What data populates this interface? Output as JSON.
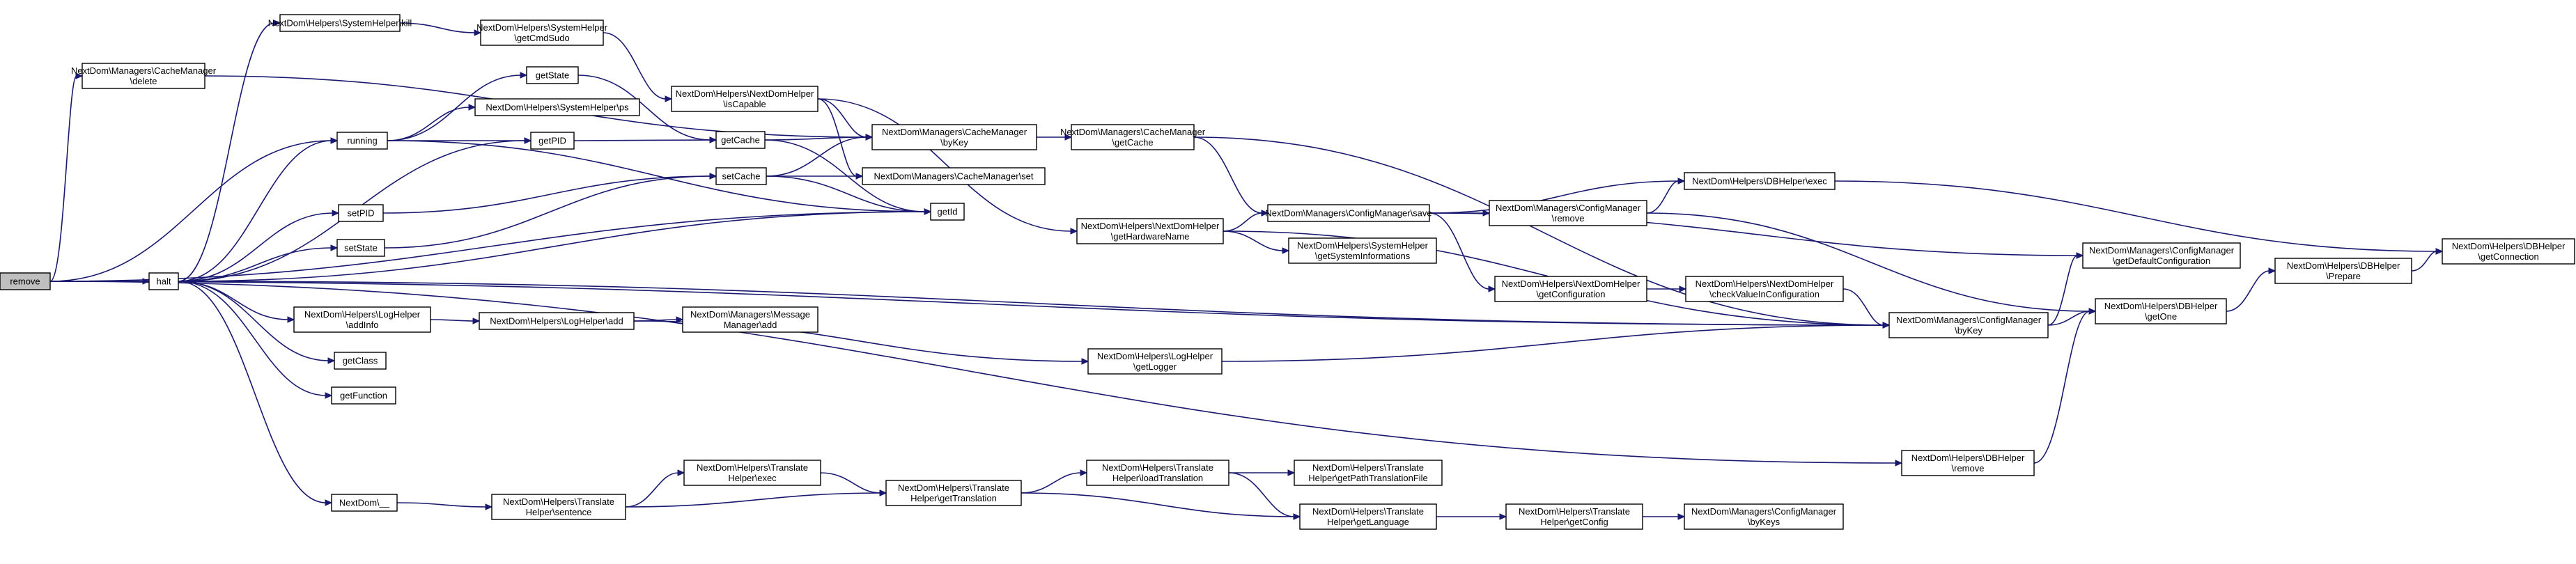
{
  "nodes": [
    {
      "id": "remove",
      "lines": [
        "remove"
      ],
      "root": true
    },
    {
      "id": "halt",
      "lines": [
        "halt"
      ]
    },
    {
      "id": "cmDelete",
      "lines": [
        "NextDom\\Managers\\CacheManager",
        "\\delete"
      ]
    },
    {
      "id": "shKill",
      "lines": [
        "NextDom\\Helpers\\SystemHelper\\kill"
      ]
    },
    {
      "id": "shGetCmdSudo",
      "lines": [
        "NextDom\\Helpers\\SystemHelper",
        "\\getCmdSudo"
      ]
    },
    {
      "id": "running",
      "lines": [
        "running"
      ]
    },
    {
      "id": "getState",
      "lines": [
        "getState"
      ]
    },
    {
      "id": "shPs",
      "lines": [
        "NextDom\\Helpers\\SystemHelper\\ps"
      ]
    },
    {
      "id": "getPID",
      "lines": [
        "getPID"
      ]
    },
    {
      "id": "setPID",
      "lines": [
        "setPID"
      ]
    },
    {
      "id": "setState",
      "lines": [
        "setState"
      ]
    },
    {
      "id": "ndIsCapable",
      "lines": [
        "NextDom\\Helpers\\NextDomHelper",
        "\\isCapable"
      ]
    },
    {
      "id": "getCache",
      "lines": [
        "getCache"
      ]
    },
    {
      "id": "setCache",
      "lines": [
        "setCache"
      ]
    },
    {
      "id": "getId",
      "lines": [
        "getId"
      ]
    },
    {
      "id": "cmByKey",
      "lines": [
        "NextDom\\Managers\\CacheManager",
        "\\byKey"
      ]
    },
    {
      "id": "cmSet",
      "lines": [
        "NextDom\\Managers\\CacheManager\\set"
      ]
    },
    {
      "id": "cmGetCache",
      "lines": [
        "NextDom\\Managers\\CacheManager",
        "\\getCache"
      ]
    },
    {
      "id": "ndGetHardwareName",
      "lines": [
        "NextDom\\Helpers\\NextDomHelper",
        "\\getHardwareName"
      ]
    },
    {
      "id": "cfgSave",
      "lines": [
        "NextDom\\Managers\\ConfigManager\\save"
      ]
    },
    {
      "id": "shGetSystemInformations",
      "lines": [
        "NextDom\\Helpers\\SystemHelper",
        "\\getSystemInformations"
      ]
    },
    {
      "id": "cfgRemove",
      "lines": [
        "NextDom\\Managers\\ConfigManager",
        "\\remove"
      ]
    },
    {
      "id": "dbExec",
      "lines": [
        "NextDom\\Helpers\\DBHelper\\exec"
      ]
    },
    {
      "id": "ndGetConfiguration",
      "lines": [
        "NextDom\\Helpers\\NextDomHelper",
        "\\getConfiguration"
      ]
    },
    {
      "id": "ndCheckValue",
      "lines": [
        "NextDom\\Helpers\\NextDomHelper",
        "\\checkValueInConfiguration"
      ]
    },
    {
      "id": "cfgGetDefault",
      "lines": [
        "NextDom\\Managers\\ConfigManager",
        "\\getDefaultConfiguration"
      ]
    },
    {
      "id": "cfgByKey",
      "lines": [
        "NextDom\\Managers\\ConfigManager",
        "\\byKey"
      ]
    },
    {
      "id": "dbGetOne",
      "lines": [
        "NextDom\\Helpers\\DBHelper",
        "\\getOne"
      ]
    },
    {
      "id": "dbPrepare",
      "lines": [
        "NextDom\\Helpers\\DBHelper",
        "\\Prepare"
      ]
    },
    {
      "id": "dbGetConnection",
      "lines": [
        "NextDom\\Helpers\\DBHelper",
        "\\getConnection"
      ]
    },
    {
      "id": "dbRemove",
      "lines": [
        "NextDom\\Helpers\\DBHelper",
        "\\remove"
      ]
    },
    {
      "id": "lhAddInfo",
      "lines": [
        "NextDom\\Helpers\\LogHelper",
        "\\addInfo"
      ]
    },
    {
      "id": "lhAdd",
      "lines": [
        "NextDom\\Helpers\\LogHelper\\add"
      ]
    },
    {
      "id": "msgAdd",
      "lines": [
        "NextDom\\Managers\\Message",
        "Manager\\add"
      ]
    },
    {
      "id": "lhGetLogger",
      "lines": [
        "NextDom\\Helpers\\LogHelper",
        "\\getLogger"
      ]
    },
    {
      "id": "getClass",
      "lines": [
        "getClass"
      ]
    },
    {
      "id": "getFunction",
      "lines": [
        "getFunction"
      ]
    },
    {
      "id": "ndUnderscore",
      "lines": [
        "NextDom\\__"
      ]
    },
    {
      "id": "thSentence",
      "lines": [
        "NextDom\\Helpers\\Translate",
        "Helper\\sentence"
      ]
    },
    {
      "id": "thExec",
      "lines": [
        "NextDom\\Helpers\\Translate",
        "Helper\\exec"
      ]
    },
    {
      "id": "thGetTranslation",
      "lines": [
        "NextDom\\Helpers\\Translate",
        "Helper\\getTranslation"
      ]
    },
    {
      "id": "thLoadTranslation",
      "lines": [
        "NextDom\\Helpers\\Translate",
        "Helper\\loadTranslation"
      ]
    },
    {
      "id": "thGetPathTranslationFile",
      "lines": [
        "NextDom\\Helpers\\Translate",
        "Helper\\getPathTranslationFile"
      ]
    },
    {
      "id": "thGetLanguage",
      "lines": [
        "NextDom\\Helpers\\Translate",
        "Helper\\getLanguage"
      ]
    },
    {
      "id": "thGetConfig",
      "lines": [
        "NextDom\\Helpers\\Translate",
        "Helper\\getConfig"
      ]
    },
    {
      "id": "cfgByKeys",
      "lines": [
        "NextDom\\Managers\\ConfigManager",
        "\\byKeys"
      ]
    }
  ],
  "edges": [
    [
      "remove",
      "halt"
    ],
    [
      "remove",
      "cmDelete"
    ],
    [
      "remove",
      "running"
    ],
    [
      "remove",
      "getId"
    ],
    [
      "remove",
      "cfgByKey"
    ],
    [
      "remove",
      "dbRemove"
    ],
    [
      "cmDelete",
      "cmByKey"
    ],
    [
      "halt",
      "shKill"
    ],
    [
      "halt",
      "running"
    ],
    [
      "halt",
      "getPID"
    ],
    [
      "halt",
      "setPID"
    ],
    [
      "halt",
      "setState"
    ],
    [
      "halt",
      "getId"
    ],
    [
      "halt",
      "lhAddInfo"
    ],
    [
      "halt",
      "getClass"
    ],
    [
      "halt",
      "getFunction"
    ],
    [
      "halt",
      "ndUnderscore"
    ],
    [
      "halt",
      "cfgByKey"
    ],
    [
      "shKill",
      "shGetCmdSudo"
    ],
    [
      "shGetCmdSudo",
      "ndIsCapable"
    ],
    [
      "running",
      "getState"
    ],
    [
      "running",
      "shPs"
    ],
    [
      "running",
      "getPID"
    ],
    [
      "running",
      "getId"
    ],
    [
      "getState",
      "getCache"
    ],
    [
      "getPID",
      "getCache"
    ],
    [
      "setPID",
      "setCache"
    ],
    [
      "setState",
      "setCache"
    ],
    [
      "getCache",
      "cmByKey"
    ],
    [
      "getCache",
      "getId"
    ],
    [
      "setCache",
      "cmByKey"
    ],
    [
      "setCache",
      "cmSet"
    ],
    [
      "setCache",
      "getId"
    ],
    [
      "ndIsCapable",
      "cmByKey"
    ],
    [
      "ndIsCapable",
      "cmSet"
    ],
    [
      "ndIsCapable",
      "ndGetHardwareName"
    ],
    [
      "cmByKey",
      "cmGetCache"
    ],
    [
      "cmGetCache",
      "cfgSave"
    ],
    [
      "cmGetCache",
      "cfgByKey"
    ],
    [
      "ndGetHardwareName",
      "cfgSave"
    ],
    [
      "ndGetHardwareName",
      "shGetSystemInformations"
    ],
    [
      "ndGetHardwareName",
      "cfgByKey"
    ],
    [
      "cfgSave",
      "cfgRemove"
    ],
    [
      "cfgSave",
      "dbExec"
    ],
    [
      "cfgSave",
      "ndGetConfiguration"
    ],
    [
      "cfgSave",
      "cfgGetDefault"
    ],
    [
      "cfgRemove",
      "dbExec"
    ],
    [
      "cfgRemove",
      "dbGetOne"
    ],
    [
      "dbExec",
      "dbGetConnection"
    ],
    [
      "ndGetConfiguration",
      "ndCheckValue"
    ],
    [
      "ndCheckValue",
      "cfgByKey"
    ],
    [
      "cfgByKey",
      "cfgGetDefault"
    ],
    [
      "cfgByKey",
      "dbGetOne"
    ],
    [
      "dbGetOne",
      "dbPrepare"
    ],
    [
      "dbPrepare",
      "dbGetConnection"
    ],
    [
      "dbRemove",
      "dbGetOne"
    ],
    [
      "lhAddInfo",
      "lhAdd"
    ],
    [
      "lhAdd",
      "msgAdd"
    ],
    [
      "lhAdd",
      "lhGetLogger"
    ],
    [
      "lhGetLogger",
      "cfgByKey"
    ],
    [
      "ndUnderscore",
      "thSentence"
    ],
    [
      "thSentence",
      "thExec"
    ],
    [
      "thSentence",
      "thGetTranslation"
    ],
    [
      "thExec",
      "thGetTranslation"
    ],
    [
      "thGetTranslation",
      "thLoadTranslation"
    ],
    [
      "thGetTranslation",
      "thGetLanguage"
    ],
    [
      "thLoadTranslation",
      "thGetPathTranslationFile"
    ],
    [
      "thLoadTranslation",
      "thGetLanguage"
    ],
    [
      "thGetLanguage",
      "thGetConfig"
    ],
    [
      "thGetConfig",
      "cfgByKeys"
    ]
  ]
}
